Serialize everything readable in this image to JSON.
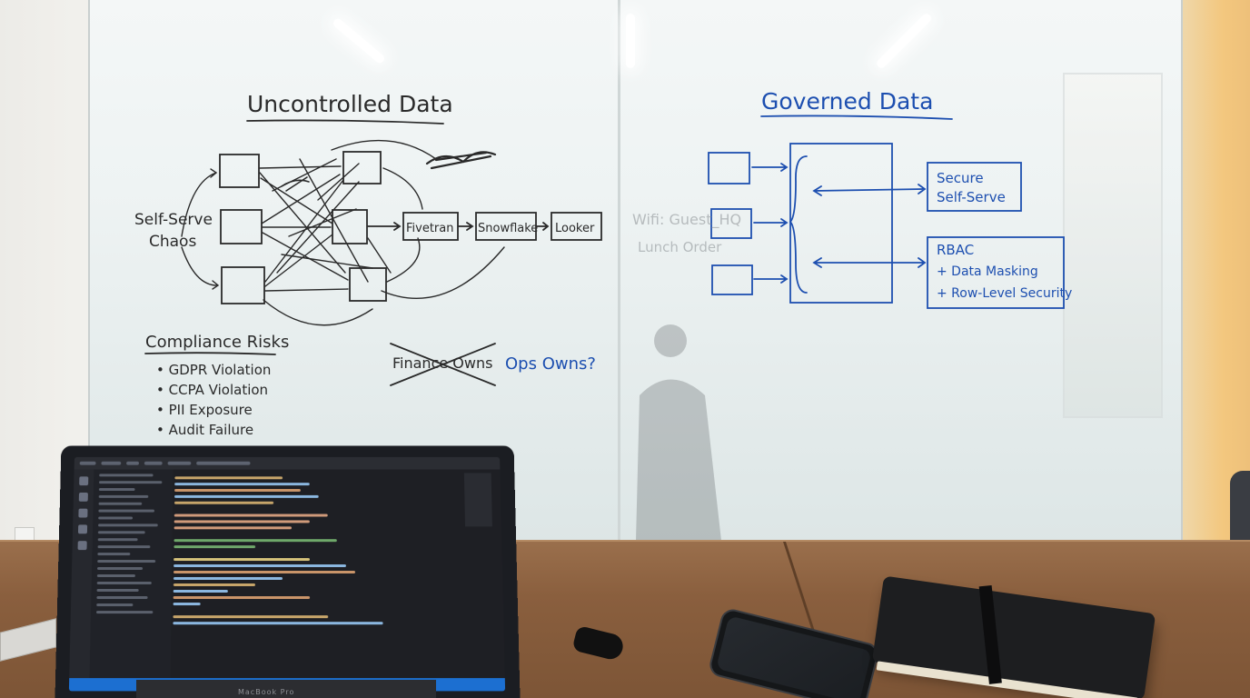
{
  "whiteboard": {
    "left_title": "Uncontrolled Data",
    "right_title": "Governed Data",
    "chaos_line1": "Self-Serve",
    "chaos_line2": "Chaos",
    "pipeline": [
      "Fivetran",
      "Snowflake",
      "Looker"
    ],
    "compliance": {
      "heading": "Compliance Risks",
      "items": [
        "• GDPR Violation",
        "• CCPA Violation",
        "• PII Exposure",
        "• Audit Failure"
      ]
    },
    "ownership": {
      "crossed": "Finance Owns",
      "question": "Ops Owns?"
    },
    "faded_notes": [
      "Wifi: Guest_HQ",
      "Lunch Order"
    ],
    "governed_boxes": {
      "secure_line1": "Secure",
      "secure_line2": "Self-Serve",
      "rbac_line1": "RBAC",
      "rbac_line2": "+ Data Masking",
      "rbac_line3": "+ Row-Level Security"
    },
    "ink_colors": {
      "black": "#2a2a2a",
      "blue": "#1d4fb0"
    }
  },
  "laptop": {
    "label": "MacBook Pro"
  }
}
